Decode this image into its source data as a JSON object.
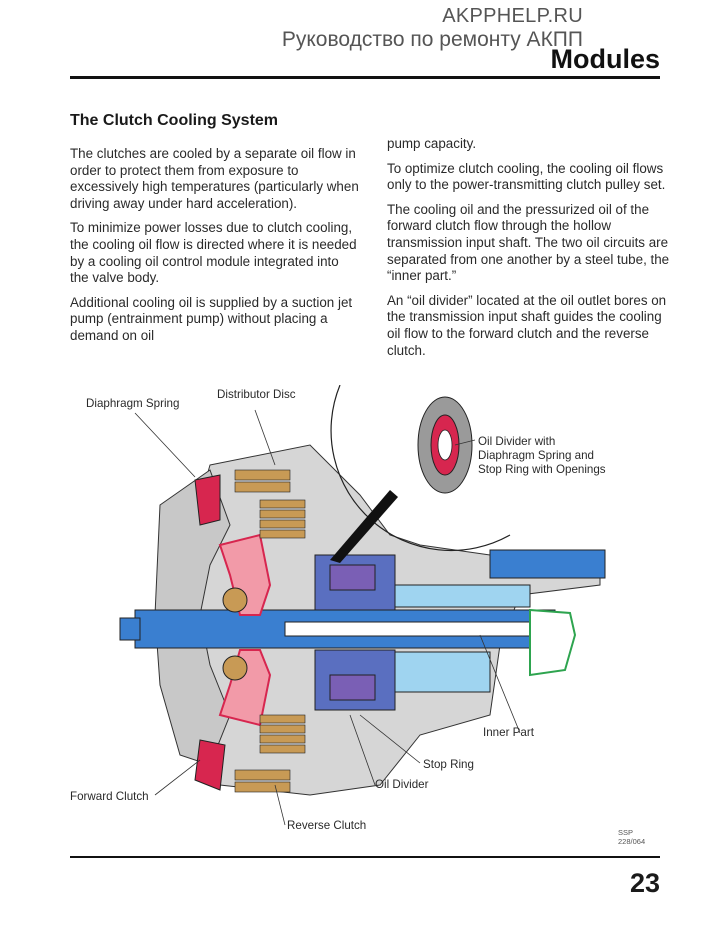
{
  "header": {
    "site": "AKPPHELP.RU",
    "subtitle": "Руководство по ремонту АКПП",
    "section": "Modules"
  },
  "page_number": "23",
  "article": {
    "title": "The Clutch Cooling System",
    "paragraphs_left": [
      "The clutches are cooled by a separate oil flow in order to protect them from exposure to excessively high temperatures (particularly when driving away under hard acceleration).",
      "To minimize power losses due to clutch cooling, the cooling oil flow is directed where it is needed by a cooling oil control module integrated into the valve body.",
      "Additional cooling oil is supplied by a suction jet pump (entrainment pump) without placing a demand on oil"
    ],
    "paragraphs_right": [
      "pump capacity.",
      "To optimize clutch cooling, the cooling oil flows only to the power-transmitting clutch pulley set.",
      "The cooling oil and the pressurized oil of the forward clutch flow through the hollow transmission input shaft. The two oil circuits are separated from one another by a steel tube, the “inner part.”",
      "An “oil divider” located at the oil outlet bores on the transmission input shaft guides the cooling oil flow to the forward clutch and the reverse clutch."
    ]
  },
  "diagram": {
    "labels": {
      "diaphragm_spring": "Diaphragm Spring",
      "distributor_disc": "Distributor Disc",
      "oil_divider_with_1": "Oil Divider with",
      "oil_divider_with_2": "Diaphragm Spring and",
      "oil_divider_with_3": "Stop Ring with Openings",
      "inner_part": "Inner Part",
      "stop_ring": "Stop Ring",
      "oil_divider": "Oil Divider",
      "forward_clutch": "Forward Clutch",
      "reverse_clutch": "Reverse Clutch"
    },
    "reference": "SSP 228/064",
    "colors": {
      "shaft_blue": "#3a7fd0",
      "pressure_red": "#d7264f",
      "cooling_pink": "#f29aa8",
      "gray": "#c8c8c8",
      "bronze": "#c89a55",
      "purple": "#7a5fb5",
      "green": "#2ea44f",
      "light_blue": "#9fd4f0"
    }
  }
}
